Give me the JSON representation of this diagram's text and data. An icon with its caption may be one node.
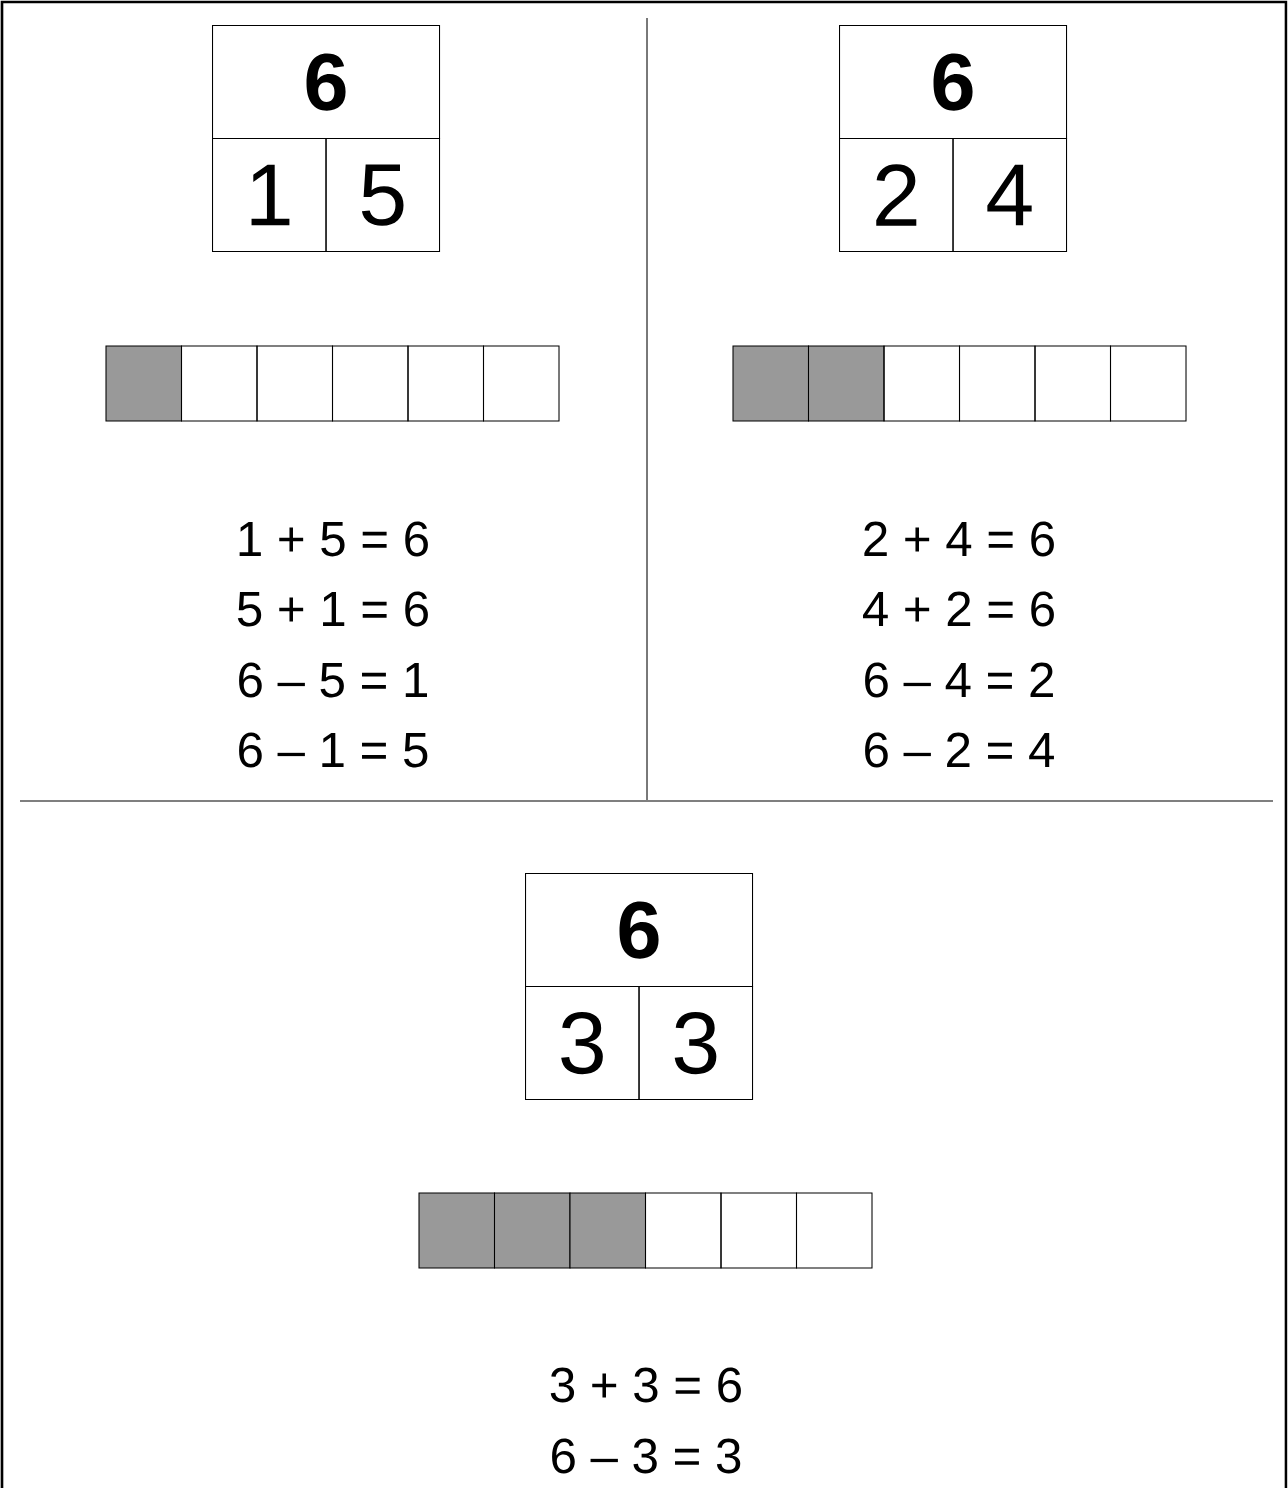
{
  "diagram": {
    "nodes": [
      {
        "text": [
          "6"
        ]
      },
      {
        "text": [
          "1"
        ]
      },
      {
        "text": [
          "5"
        ]
      },
      {
        "text": [
          "6"
        ]
      },
      {
        "text": [
          "2"
        ]
      },
      {
        "text": [
          "4"
        ]
      },
      {
        "text": [
          "6"
        ]
      },
      {
        "text": [
          "3"
        ]
      },
      {
        "text": [
          "3"
        ]
      }
    ],
    "labels": [
      "1 + 5 = 6",
      "5 + 1 = 6",
      "6 – 5 = 1",
      "6 – 1 = 5",
      "2 + 4 = 6",
      "4 + 2 = 6",
      "6 – 4 = 2",
      "6 – 2 = 4",
      "3 + 3 = 6",
      "6 – 3 = 3"
    ]
  }
}
